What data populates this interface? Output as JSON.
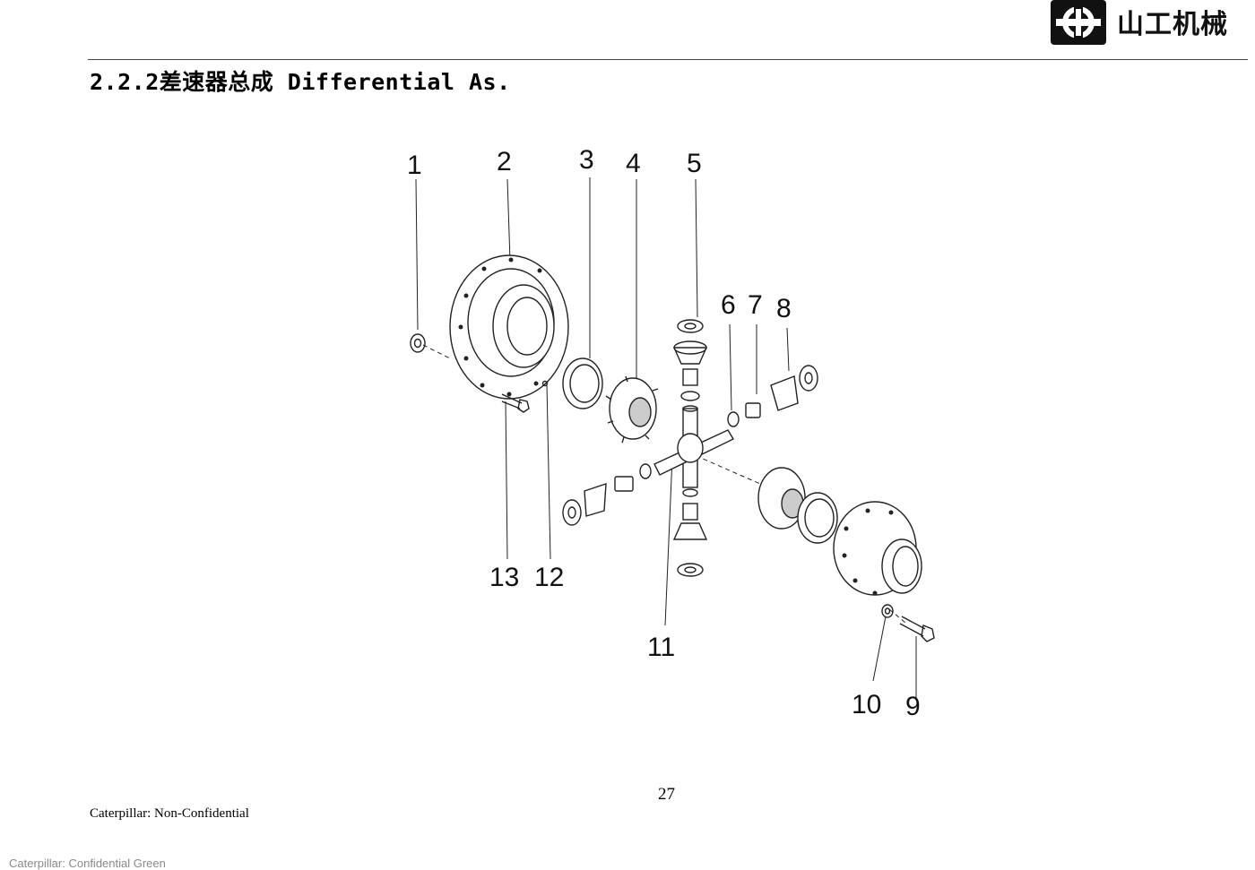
{
  "header": {
    "brand_name": "山工机械"
  },
  "section": {
    "title": "2.2.2差速器总成 Differential As."
  },
  "diagram": {
    "callouts": [
      "1",
      "2",
      "3",
      "4",
      "5",
      "6",
      "7",
      "8",
      "9",
      "10",
      "11",
      "12",
      "13"
    ]
  },
  "footer": {
    "page_number": "27",
    "confidentiality": "Caterpillar: Non-Confidential",
    "classification": "Caterpillar: Confidential Green"
  }
}
